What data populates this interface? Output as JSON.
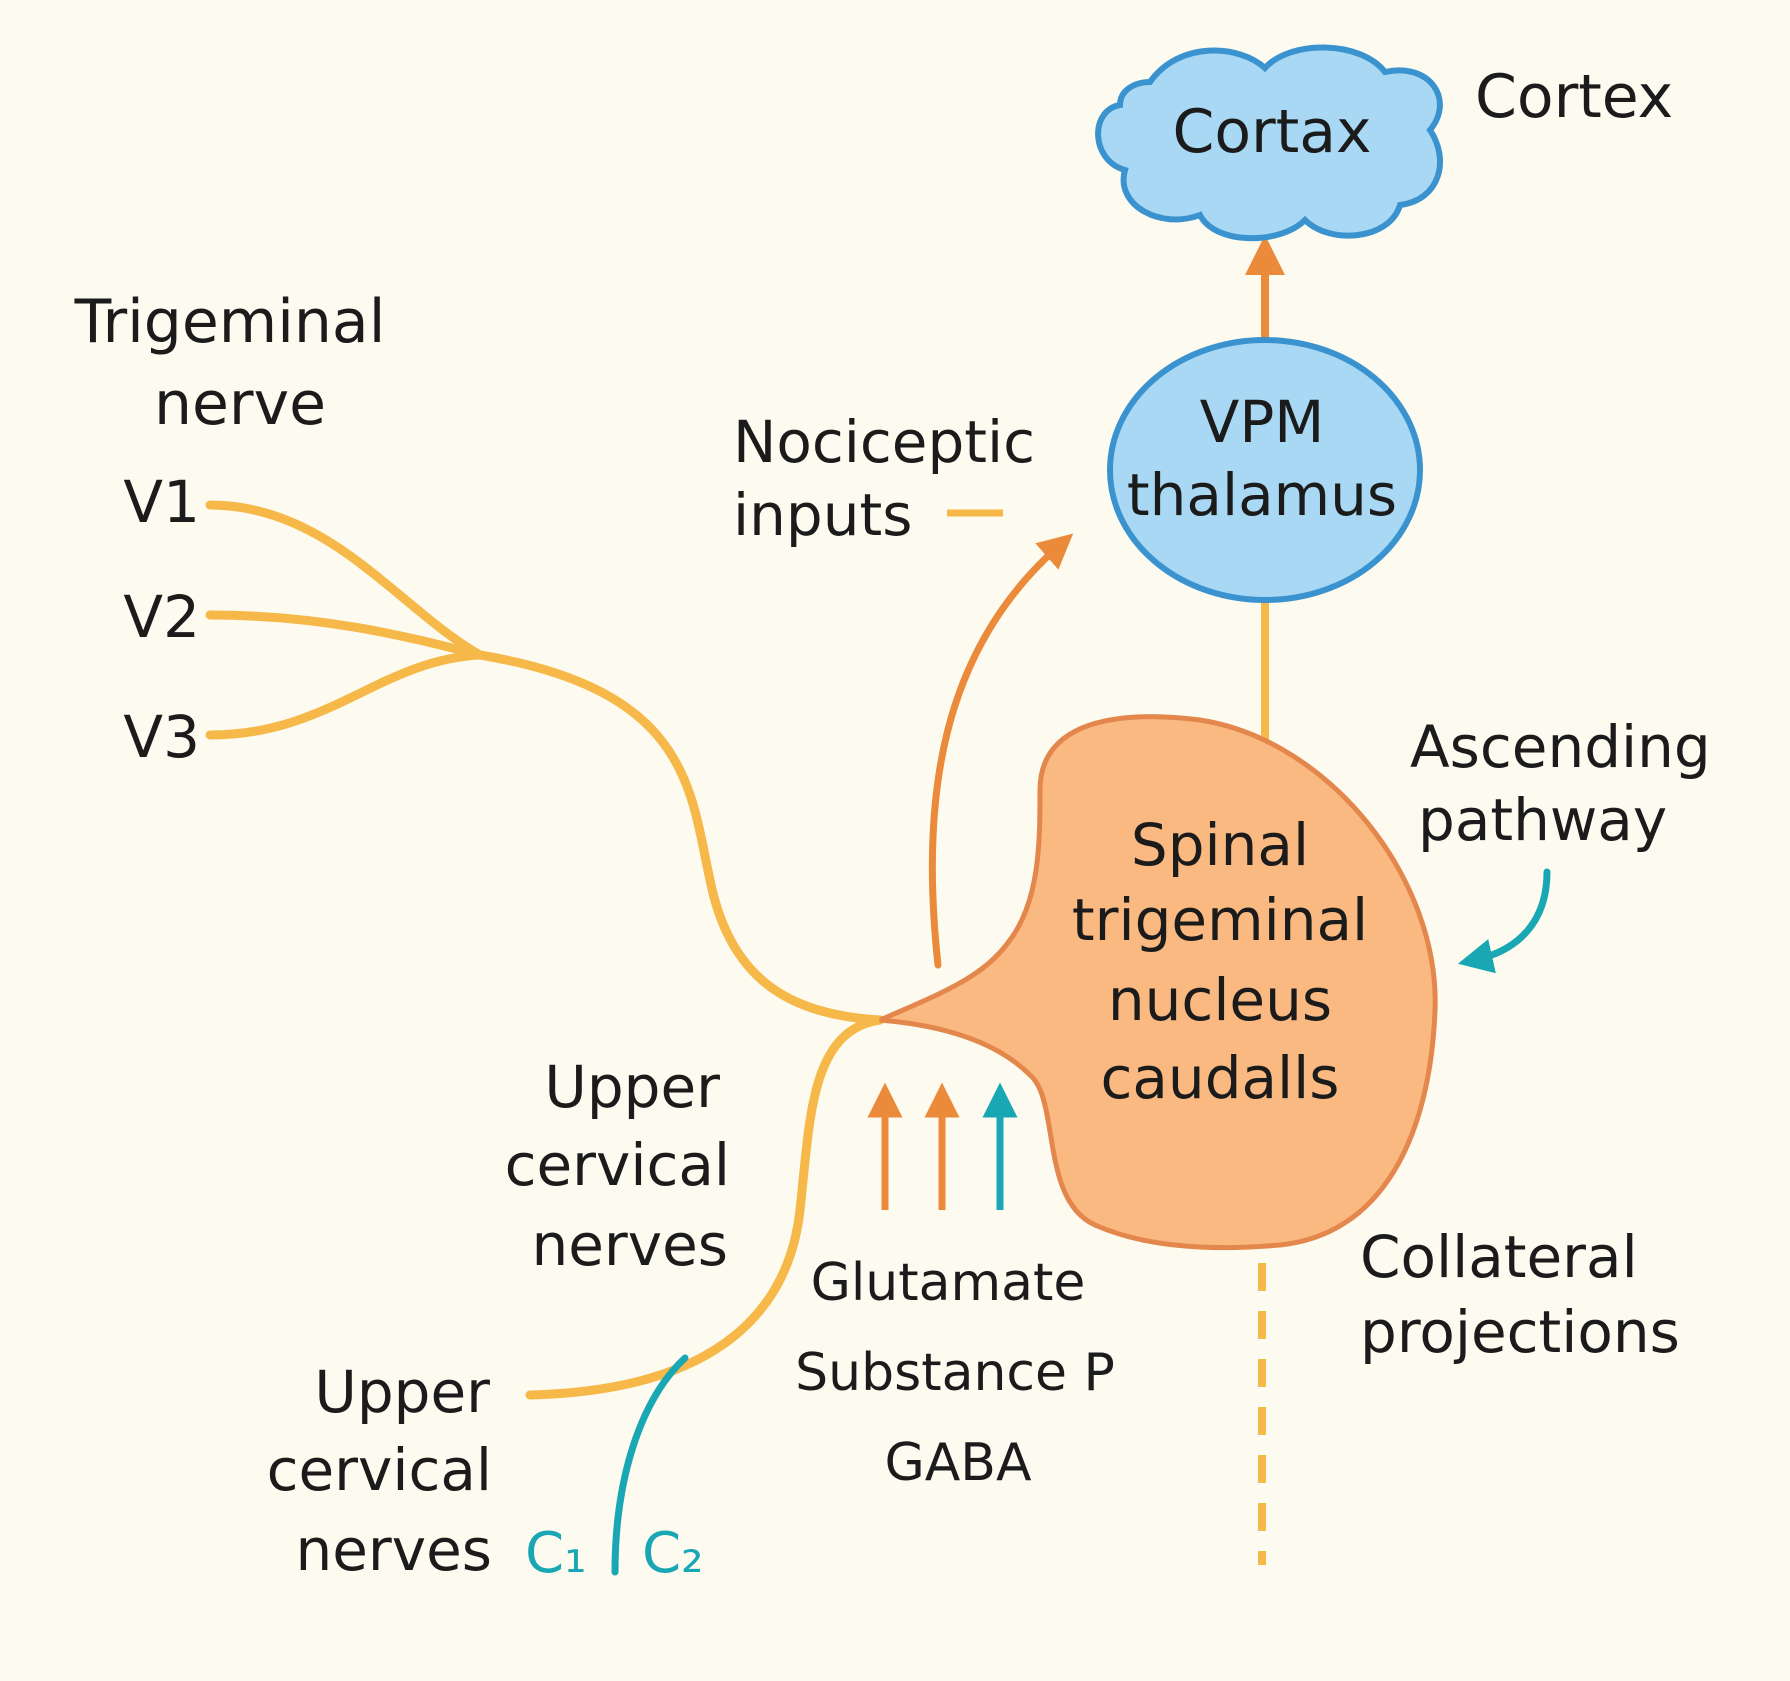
{
  "colors": {
    "background": "#fdfaf0",
    "nerve_yellow": "#f7b84a",
    "arrow_orange": "#ea8a3a",
    "nucleus_fill": "#f9b981",
    "nucleus_stroke": "#e4874c",
    "blue_fill": "#a8d8f4",
    "blue_stroke": "#3a93cf",
    "teal": "#1aa7b4",
    "text": "#1b1b1b"
  },
  "cortex": {
    "shape_label": "Cortax",
    "side_label": "Cortex"
  },
  "thalamus": {
    "line1": "VPM",
    "line2": "thalamus"
  },
  "nucleus": {
    "line1": "Spinal",
    "line2": "trigeminal",
    "line3": "nucleus",
    "line4": "caudalls"
  },
  "trigeminal_nerve": {
    "title_line1": "Trigeminal",
    "title_line2": "nerve",
    "branches": [
      "V1",
      "V2",
      "V3"
    ]
  },
  "nociceptive": {
    "line1": "Nociceptic",
    "line2": "inputs"
  },
  "ascending": {
    "line1": "Ascending",
    "line2": "pathway"
  },
  "collateral": {
    "line1": "Collateral",
    "line2": "projections"
  },
  "upper_cervical_a": {
    "line1": "Upper",
    "line2": "cervical",
    "line3": "nerves"
  },
  "upper_cervical_b": {
    "line1": "Upper",
    "line2": "cervical",
    "line3": "nerves"
  },
  "cervical_roots": {
    "c1": "C₁",
    "c2": "C₂"
  },
  "neurotransmitters": [
    "Glutamate",
    "Substance P",
    "GABA"
  ],
  "arrow_icons": [
    "up-arrow-icon",
    "up-arrow-icon",
    "up-arrow-icon",
    "curved-arrow-icon"
  ]
}
